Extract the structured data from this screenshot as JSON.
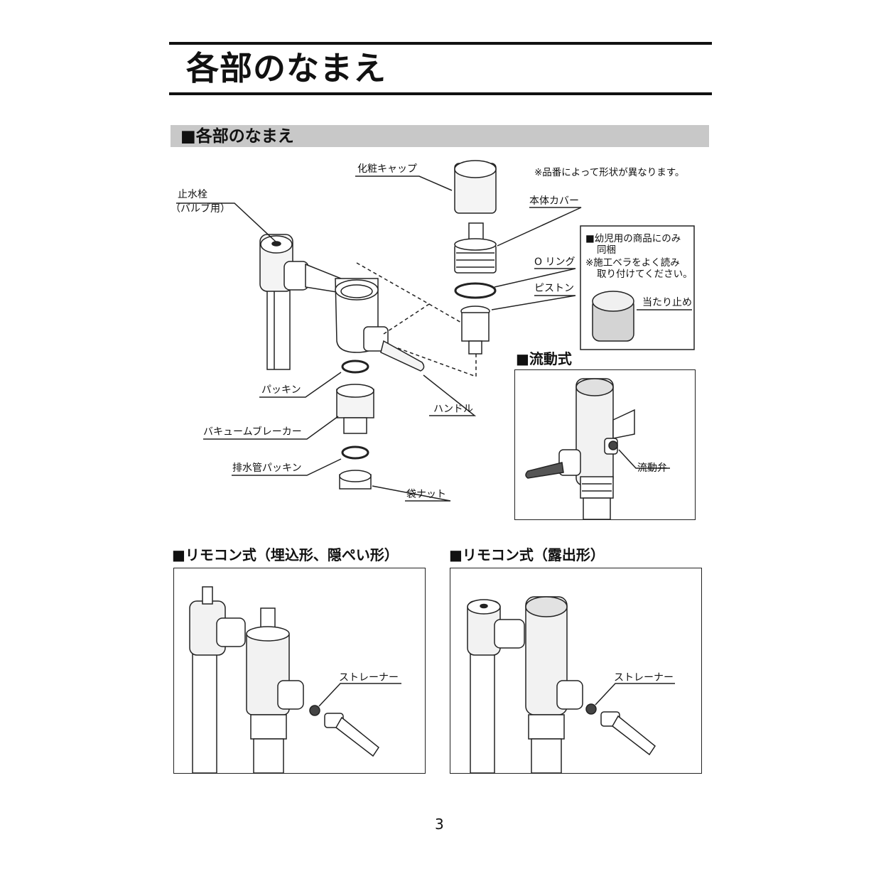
{
  "page_title": "各部のなまえ",
  "section_title": "■各部のなまえ",
  "note_shape": "※品番によって形状が異なります。",
  "labels": {
    "cosmetic_cap": "化粧キャップ",
    "stop_valve_1": "止水栓",
    "stop_valve_2": "（バルブ用）",
    "body_cover": "本体カバー",
    "o_ring": "O リング",
    "piston": "ピストン",
    "packing": "パッキン",
    "vacuum_breaker": "バキュームブレーカー",
    "drain_packing": "排水管パッキン",
    "cap_nut": "袋ナット",
    "handle": "ハンドル",
    "stopper": "当たり止め",
    "flow_valve": "流動弁",
    "strainer_left": "ストレーナー",
    "strainer_right": "ストレーナー"
  },
  "infant_box": {
    "line1": "■幼児用の商品にのみ",
    "line2": "同梱",
    "line3": "※施工ベラをよく読み",
    "line4": "取り付けてください。"
  },
  "sub_headings": {
    "flow_type": "■流動式",
    "remote_embedded": "■リモコン式（埋込形、隠ぺい形）",
    "remote_exposed": "■リモコン式（露出形）"
  },
  "page_number": "3"
}
